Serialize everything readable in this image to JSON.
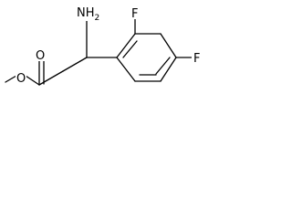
{
  "atoms": {
    "amine": "NH",
    "amine_subscript": "2",
    "carbonyl_oxygen": "O",
    "ester_oxygen": "O",
    "fluorine_ortho": "F",
    "fluorine_para": "F"
  },
  "colors": {
    "bond": "#000000",
    "background": "#ffffff"
  }
}
